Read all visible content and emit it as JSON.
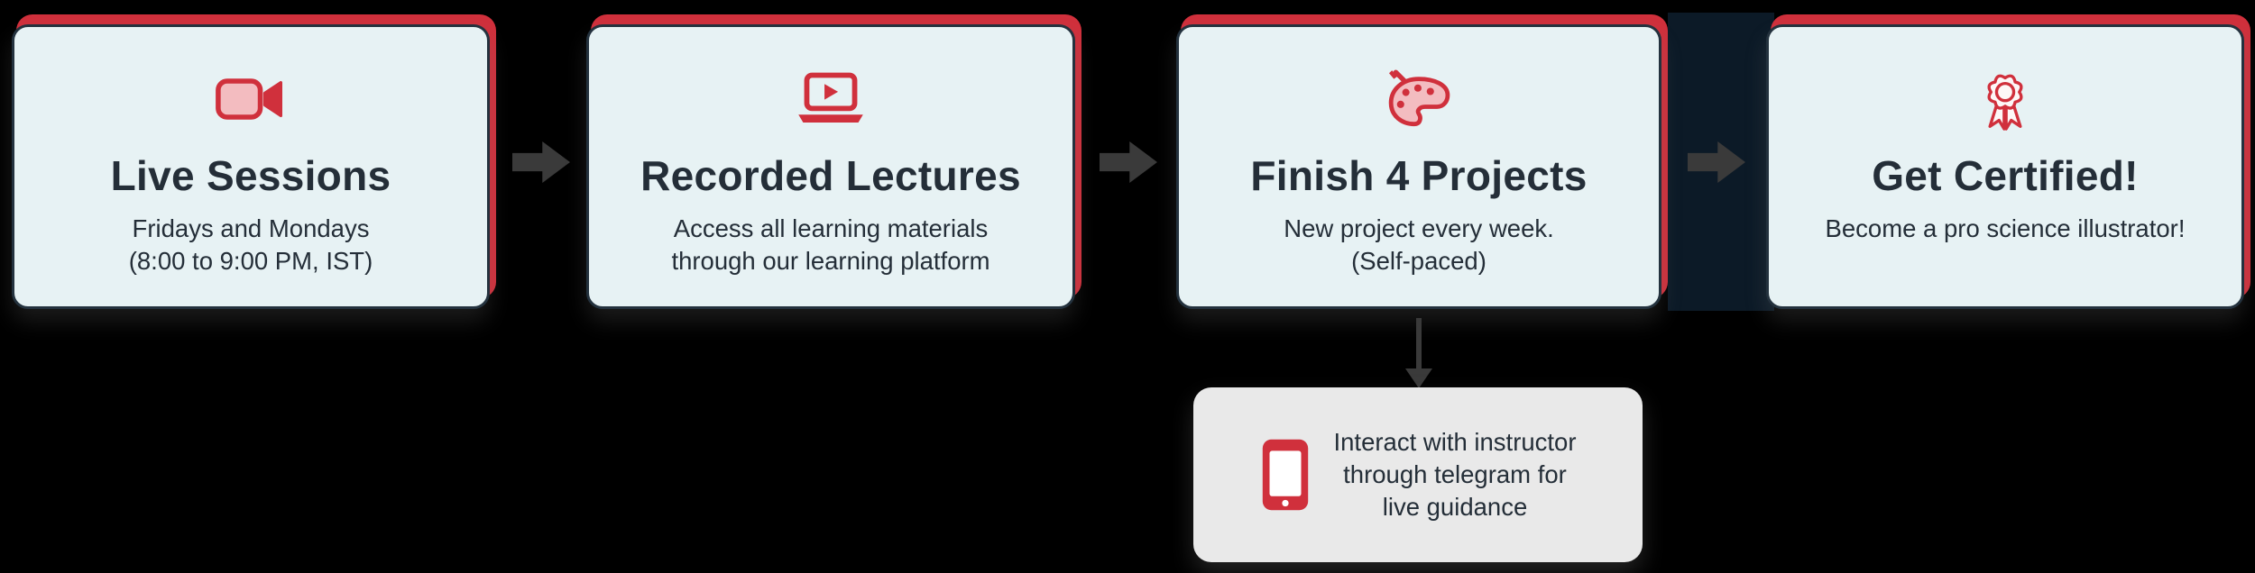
{
  "palette": {
    "background": "#000000",
    "accent_red": "#d0303c",
    "icon_pink_fill": "#f3bcc0",
    "card_bg": "#e7f2f4",
    "card_border": "#24323e",
    "text_color": "#242e38",
    "arrow_color": "#3a3a3a",
    "callout_bg": "#e9e9e9"
  },
  "cards": [
    {
      "id": "live-sessions",
      "icon": "video-camera-icon",
      "title": "Live Sessions",
      "body": "Fridays and Mondays\n(8:00 to 9:00 PM, IST)"
    },
    {
      "id": "recorded-lectures",
      "icon": "laptop-play-icon",
      "title": "Recorded Lectures",
      "body": "Access all learning materials\nthrough our learning platform"
    },
    {
      "id": "finish-4-projects",
      "icon": "paint-palette-icon",
      "title": "Finish 4 Projects",
      "body": "New project every week.\n(Self-paced)"
    },
    {
      "id": "get-certified",
      "icon": "award-ribbon-icon",
      "title": "Get Certified!",
      "body": "Become a pro science illustrator!"
    }
  ],
  "callout": {
    "icon": "smartphone-icon",
    "text": "Interact with instructor\nthrough telegram for\nlive guidance"
  }
}
